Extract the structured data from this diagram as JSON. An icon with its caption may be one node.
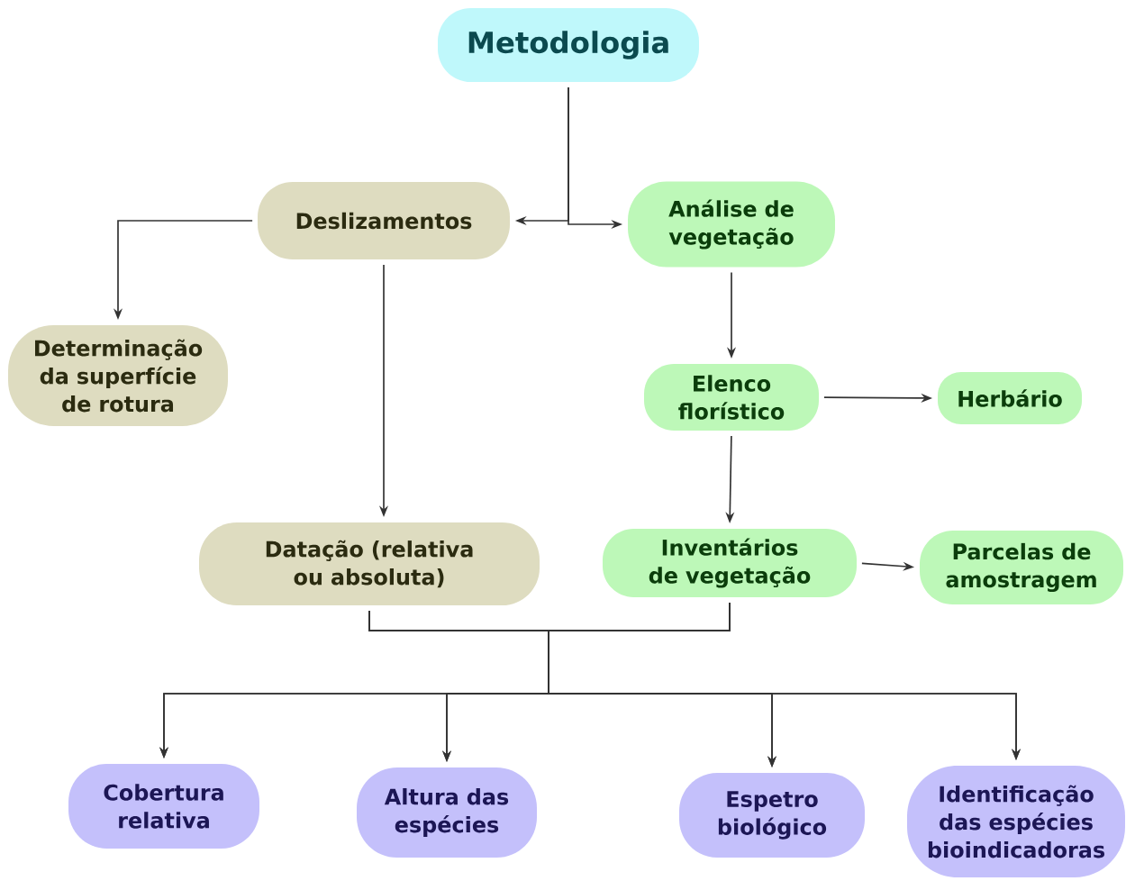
{
  "diagram": {
    "nodes": [
      {
        "text": [
          "Metodologia"
        ]
      },
      {
        "text": [
          "Deslizamentos"
        ]
      },
      {
        "text": [
          "Análise de vegetação"
        ]
      },
      {
        "text": [
          "Determinação da superfície de rotura"
        ]
      },
      {
        "text": [
          "Elenco florístico"
        ]
      },
      {
        "text": [
          "Herbário"
        ]
      },
      {
        "text": [
          "Datação (relativa ou absoluta)"
        ]
      },
      {
        "text": [
          "Inventários de vegetação"
        ]
      },
      {
        "text": [
          "Parcelas de amostragem"
        ]
      },
      {
        "text": [
          "Cobertura relativa"
        ]
      },
      {
        "text": [
          "Altura das espécies"
        ]
      },
      {
        "text": [
          "Espetro biológico"
        ]
      },
      {
        "text": [
          "Identificação das espécies bioindicadoras"
        ]
      }
    ],
    "edges": [
      {
        "from": 0,
        "to": 1,
        "arrow": "to"
      },
      {
        "from": 0,
        "to": 2,
        "arrow": "to"
      },
      {
        "from": 1,
        "to": 3,
        "arrow": "to"
      },
      {
        "from": 1,
        "to": 6,
        "arrow": "to"
      },
      {
        "from": 2,
        "to": 4,
        "arrow": "to"
      },
      {
        "from": 4,
        "to": 5,
        "arrow": "to"
      },
      {
        "from": 4,
        "to": 7,
        "arrow": "to"
      },
      {
        "from": 7,
        "to": 8,
        "arrow": "to"
      },
      {
        "from": 6,
        "to": 9,
        "arrow": "to"
      },
      {
        "from": 6,
        "to": 10,
        "arrow": "to"
      },
      {
        "from": 6,
        "to": 11,
        "arrow": "to"
      },
      {
        "from": 6,
        "to": 12,
        "arrow": "to"
      },
      {
        "from": 7,
        "to": 9,
        "arrow": "to"
      },
      {
        "from": 7,
        "to": 10,
        "arrow": "to"
      },
      {
        "from": 7,
        "to": 11,
        "arrow": "to"
      },
      {
        "from": 7,
        "to": 12,
        "arrow": "to"
      }
    ]
  }
}
